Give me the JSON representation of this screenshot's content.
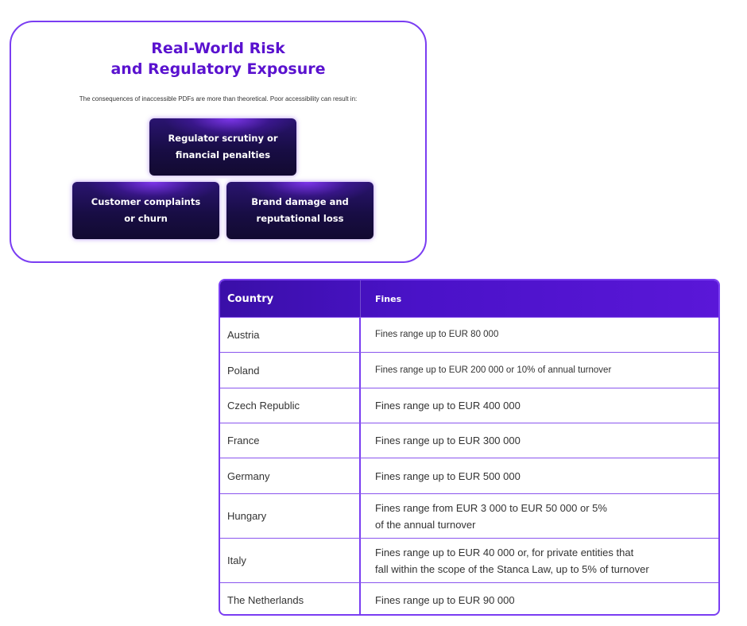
{
  "risk": {
    "title_line1": "Real-World Risk",
    "title_line2": "and Regulatory Exposure",
    "intro": "The consequences of inaccessible PDFs are more than theoretical. Poor accessibility can result in:",
    "boxes": [
      {
        "line1": "Regulator scrutiny or",
        "line2": "financial penalties"
      },
      {
        "line1": "Customer complaints",
        "line2": "or churn"
      },
      {
        "line1": "Brand damage and",
        "line2": "reputational loss"
      }
    ]
  },
  "table": {
    "headers": {
      "country": "Country",
      "fines": "Fines"
    },
    "rows": [
      {
        "country": "Austria",
        "fines": "Fines range up to EUR 80 000"
      },
      {
        "country": "Poland",
        "fines": "Fines range up to EUR 200 000 or 10% of annual turnover"
      },
      {
        "country": "Czech Republic",
        "fines": "Fines range up to EUR 400 000"
      },
      {
        "country": "France",
        "fines": "Fines range up to EUR 300 000"
      },
      {
        "country": "Germany",
        "fines": "Fines range up to EUR 500 000"
      },
      {
        "country": "Hungary",
        "fines_line1": "Fines range from EUR 3 000 to EUR 50 000  or 5%",
        "fines_line2": "of the annual turnover"
      },
      {
        "country": "Italy",
        "fines_line1": "Fines range up to EUR 40 000 or, for private entities that",
        "fines_line2": "fall within the scope of the Stanca Law, up to 5% of turnover"
      },
      {
        "country": "The Netherlands",
        "fines": "Fines range up to EUR 90 000"
      }
    ]
  }
}
